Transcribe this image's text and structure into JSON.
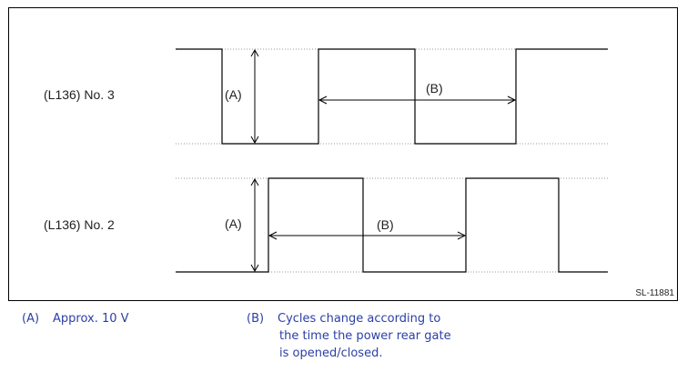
{
  "signals": [
    {
      "label": "(L136) No. 3",
      "dim_a": "(A)",
      "dim_b": "(B)"
    },
    {
      "label": "(L136) No. 2",
      "dim_a": "(A)",
      "dim_b": "(B)"
    }
  ],
  "figure_id": "SL-11881",
  "legend": [
    {
      "key": "(A)",
      "lines": [
        "Approx. 10 V"
      ]
    },
    {
      "key": "(B)",
      "lines": [
        "Cycles change according to",
        "the time the power rear gate",
        "is opened/closed."
      ]
    }
  ],
  "colors": {
    "legend_text": "#2b3fa6",
    "line": "#000000",
    "dotted": "#999999"
  }
}
